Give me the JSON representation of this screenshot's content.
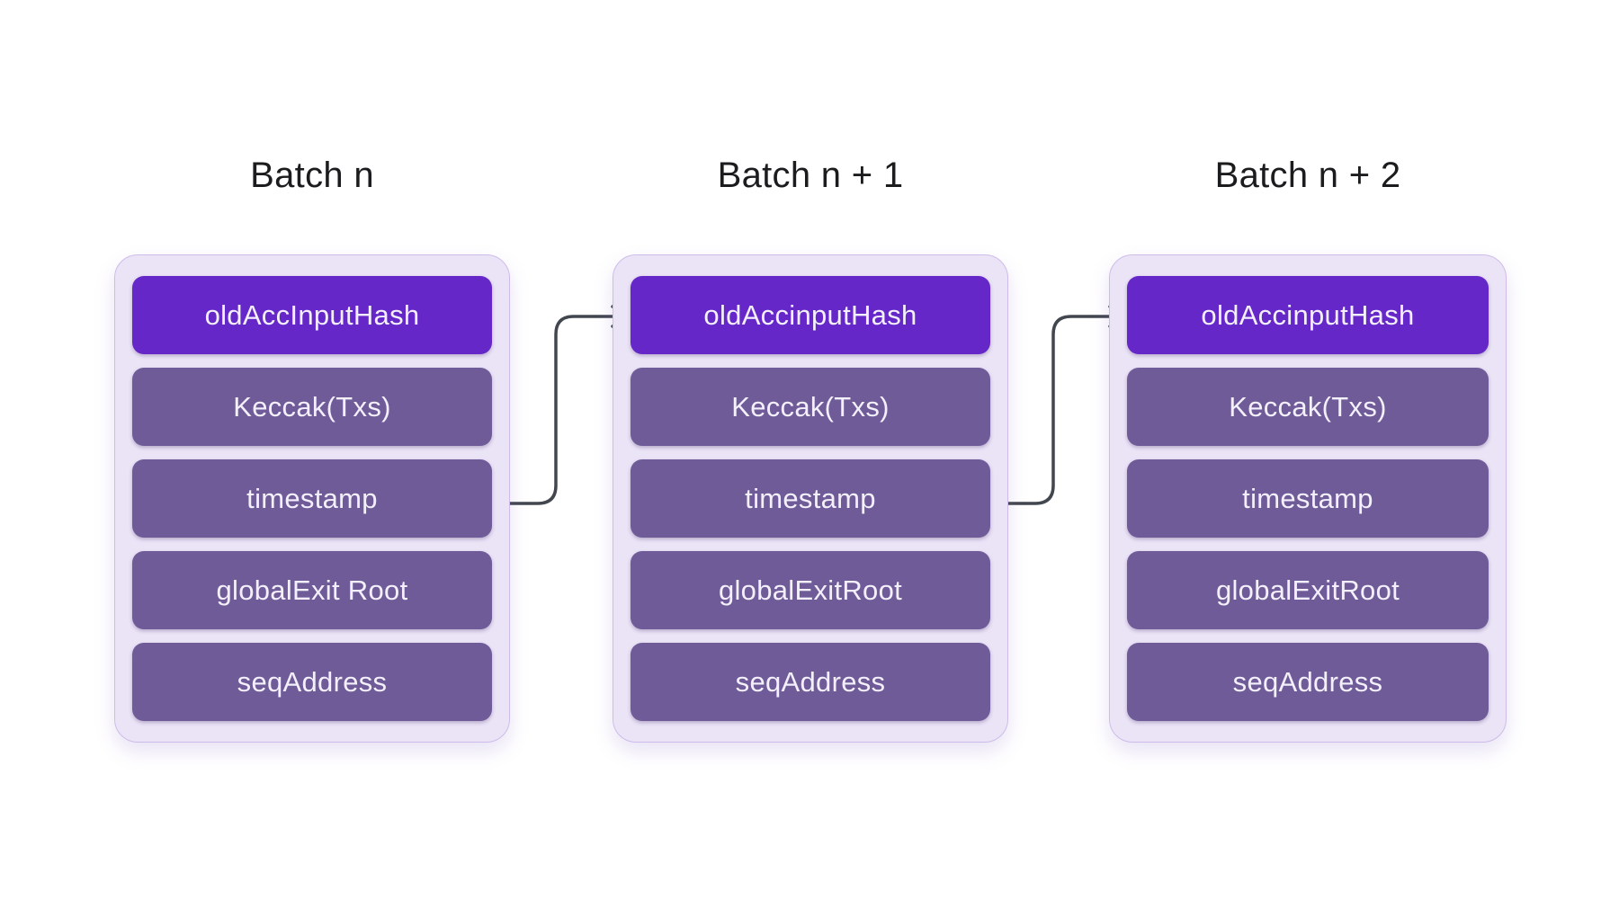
{
  "diagram": {
    "batches": [
      {
        "title": "Batch n",
        "rows": [
          "oldAccInputHash",
          "Keccak(Txs)",
          "timestamp",
          "globalExit Root",
          "seqAddress"
        ]
      },
      {
        "title": "Batch n + 1",
        "rows": [
          "oldAccinputHash",
          "Keccak(Txs)",
          "timestamp",
          "globalExitRoot",
          "seqAddress"
        ]
      },
      {
        "title": "Batch n + 2",
        "rows": [
          "oldAccinputHash",
          "Keccak(Txs)",
          "timestamp",
          "globalExitRoot",
          "seqAddress"
        ]
      }
    ],
    "arrows": [
      {
        "from": "batch-n-timestamp",
        "to": "batch-n+1-oldAccinputHash"
      },
      {
        "from": "batch-n+1-timestamp",
        "to": "batch-n+2-oldAccinputHash"
      }
    ],
    "colors": {
      "background": "#ffffff",
      "card_bg": "#ebe4f7",
      "card_border": "#cdbce9",
      "highlight_row": "#6627c9",
      "row": "#6e5b98",
      "row_text": "#f3effb",
      "title_text": "#1c1c1e",
      "arrow": "#42464e"
    }
  }
}
